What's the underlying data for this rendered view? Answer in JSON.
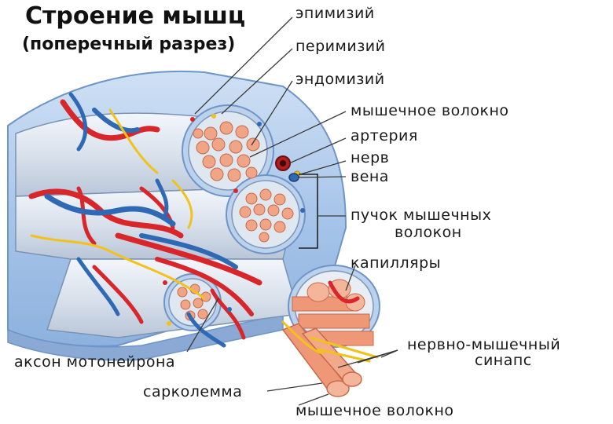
{
  "title": "Строение мышц",
  "subtitle": "(поперечный разрез)",
  "labels": {
    "epimysium": "эпимизий",
    "perimysium": "перимизий",
    "endomysium": "эндомизий",
    "muscle_fiber_top": "мышечное волокно",
    "artery": "артерия",
    "nerve": "нерв",
    "vein": "вена",
    "bundle_line1": "пучок мышечных",
    "bundle_line2": "волокон",
    "capillaries": "капилляры",
    "synapse_line1": "нервно-мышечный",
    "synapse_line2": "синапс",
    "axon": "аксон мотонейрона",
    "sarcolemma": "сарколемма",
    "muscle_fiber_bottom": "мышечное волокно"
  },
  "colors": {
    "sheath": "#b9d2ee",
    "sheath_edge": "#6f95c8",
    "fascicle": "#e3e9f2",
    "fiber": "#f0a586",
    "fiber_edge": "#c86a48",
    "artery": "#d8262a",
    "vein": "#2f69b5",
    "nerve": "#f2c21b",
    "leader": "#3a3a3a"
  }
}
